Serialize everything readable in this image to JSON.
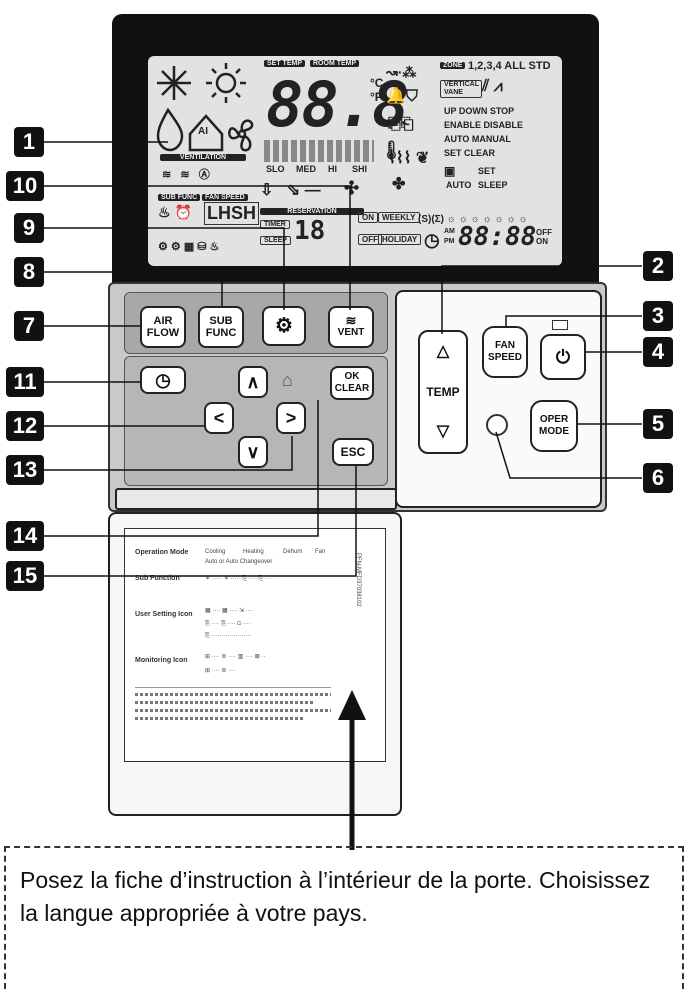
{
  "lcd": {
    "set_temp": "SET TEMP",
    "room_temp": "ROOM TEMP",
    "ventilation": "VENTILATION",
    "sub_func": "SUB FUNC",
    "fan_speed": "FAN SPEED",
    "reservation": "RESERVATION",
    "temp_digits": "88.8",
    "unit_c": "°C",
    "unit_f": "°F",
    "speeds": [
      "SLO",
      "MED",
      "HI",
      "SHI"
    ],
    "lhsh": "LHSH",
    "zone_label": "ZONE",
    "zones": "1,2,3,4 ALL STD",
    "vertical_vane": "VERTICAL VANE",
    "up_down_stop": "UP DOWN STOP",
    "enable_disable": "ENABLE DISABLE",
    "auto_manual": "AUTO MANUAL",
    "set_clear": "SET CLEAR",
    "set_label": "SET",
    "auto_label": "AUTO",
    "sleep_label": "SLEEP",
    "on": "ON",
    "off": "OFF",
    "weekly": "WEEKLY",
    "holiday": "HOLIDAY",
    "am": "AM",
    "pm": "PM",
    "clock": "88:88",
    "off_on": "OFF ON",
    "ai": "AI"
  },
  "buttons": {
    "air_flow": "AIR\nFLOW",
    "sub_func": "SUB\nFUNC",
    "vent": "VENT",
    "ok_clear": "OK\nCLEAR",
    "esc": "ESC",
    "fan_speed": "FAN\nSPEED",
    "oper_mode": "OPER\nMODE",
    "temp": "TEMP"
  },
  "callouts": [
    "1",
    "2",
    "3",
    "4",
    "5",
    "6",
    "7",
    "8",
    "9",
    "10",
    "11",
    "12",
    "13",
    "14",
    "15"
  ],
  "card": {
    "operation_mode": "Operation Mode",
    "sub_function": "Sub Function",
    "user_setting": "User Setting Icon",
    "monitoring": "Monitoring Icon",
    "cooling": "Cooling",
    "heating": "Heating",
    "dehum": "Dehum",
    "fan": "Fan",
    "auto": "Auto or Auto Changeover",
    "side_code": "PFN-MFD37038102"
  },
  "caption": "Posez la fiche d’instruction à l’intérieur de la porte. Choisissez la langue appropriée à votre pays."
}
